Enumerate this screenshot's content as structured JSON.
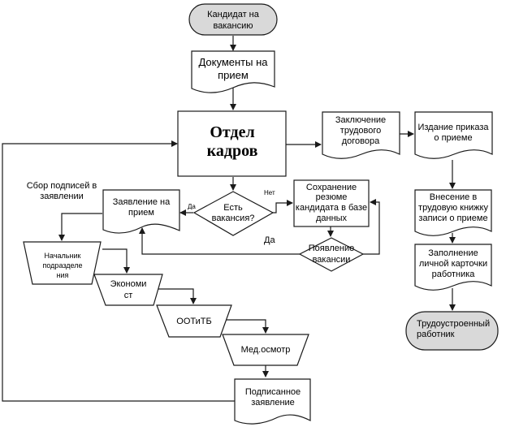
{
  "diagram": {
    "type": "flowchart",
    "nodes": {
      "candidate": {
        "shape": "terminator",
        "lines": [
          "Кандидат на",
          "вакансию"
        ]
      },
      "documents": {
        "shape": "document",
        "lines": [
          "Документы на",
          "прием"
        ]
      },
      "hr_department": {
        "shape": "process",
        "lines": [
          "Отдел",
          "кадров"
        ]
      },
      "contract": {
        "shape": "document",
        "lines": [
          "Заключение",
          "трудового",
          "договора"
        ]
      },
      "order": {
        "shape": "document",
        "lines": [
          "Издание приказа",
          "о приеме"
        ]
      },
      "has_vacancy": {
        "shape": "decision",
        "lines": [
          "Есть",
          "вакансия?"
        ]
      },
      "save_resume": {
        "shape": "process",
        "lines": [
          "Сохранение",
          "резюме",
          "кандидата в базе",
          "данных"
        ]
      },
      "vacancy_appears": {
        "shape": "decision",
        "lines": [
          "Появление",
          "вакансии"
        ]
      },
      "application": {
        "shape": "document",
        "lines": [
          "Заявление на",
          "прием"
        ]
      },
      "dept_head": {
        "shape": "manual-operation",
        "lines": [
          "Начальник",
          "подразделе",
          "ния"
        ]
      },
      "economist": {
        "shape": "manual-operation",
        "lines": [
          "Экономи",
          "ст"
        ]
      },
      "ootitb": {
        "shape": "manual-operation",
        "lines": [
          "ООТиТБ"
        ]
      },
      "med_exam": {
        "shape": "manual-operation",
        "lines": [
          "Мед.осмотр"
        ]
      },
      "signed_application": {
        "shape": "document",
        "lines": [
          "Подписанное",
          "заявление"
        ]
      },
      "workbook": {
        "shape": "document",
        "lines": [
          "Внесение в",
          "трудовую книжку",
          "записи о приеме"
        ]
      },
      "personal_card": {
        "shape": "document",
        "lines": [
          "Заполнение",
          "личной карточки",
          "работника"
        ]
      },
      "employed": {
        "shape": "terminator",
        "lines": [
          "Трудоустроенный",
          "работник"
        ]
      }
    },
    "labels": {
      "signatures_note": [
        "Сбор подписей в",
        "заявлении"
      ],
      "yes_left": "Да",
      "no_right": "Нет",
      "yes_vacancy": "Да"
    },
    "edges": [
      [
        "candidate",
        "documents"
      ],
      [
        "documents",
        "hr_department"
      ],
      [
        "hr_department",
        "contract"
      ],
      [
        "contract",
        "order"
      ],
      [
        "order",
        "workbook"
      ],
      [
        "workbook",
        "personal_card"
      ],
      [
        "personal_card",
        "employed"
      ],
      [
        "hr_department",
        "has_vacancy"
      ],
      [
        "has_vacancy",
        "application",
        "Да"
      ],
      [
        "has_vacancy",
        "save_resume",
        "Нет"
      ],
      [
        "save_resume",
        "vacancy_appears"
      ],
      [
        "vacancy_appears",
        "save_resume"
      ],
      [
        "vacancy_appears",
        "application",
        "Да"
      ],
      [
        "application",
        "dept_head"
      ],
      [
        "dept_head",
        "economist"
      ],
      [
        "economist",
        "ootitb"
      ],
      [
        "ootitb",
        "med_exam"
      ],
      [
        "med_exam",
        "signed_application"
      ],
      [
        "signed_application",
        "hr_department"
      ]
    ],
    "colors": {
      "terminator_fill": "#d9d9d9",
      "stroke": "#1a1a1a"
    }
  }
}
